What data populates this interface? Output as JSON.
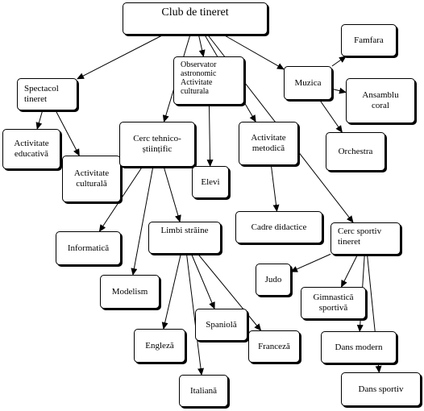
{
  "nodes": {
    "club": "Club de tineret",
    "spectacol": "Spectacol\ntineret",
    "act_edu": "Activitate\neducativă",
    "act_cult": "Activitate\nculturală",
    "observator": "Observator\nastronomic\nActivitate\nculturala",
    "cerc_tehnic": "Cerc tehnico-\nștiințific",
    "elevi": "Elevi",
    "act_met": "Activitate\nmetodică",
    "cadre": "Cadre didactice",
    "muzica": "Muzica",
    "fanfara": "Famfara",
    "ansamblu": "Ansamblu\ncoral",
    "orchestra": "Orchestra",
    "informatica": "Informatică",
    "limbi": "Limbi străine",
    "modelism": "Modelism",
    "engleza": "Engleză",
    "spaniola": "Spaniolă",
    "franceza": "Franceză",
    "italiana": "Italiană",
    "cerc_sportiv": "Cerc sportiv\ntineret",
    "judo": "Judo",
    "gimnastica": "Gimnastică\nsportivă",
    "dans_modern": "Dans modern",
    "dans_sportiv": "Dans sportiv"
  },
  "edges": [
    [
      "club",
      "spectacol"
    ],
    [
      "club",
      "cerc_tehnic"
    ],
    [
      "club",
      "observator"
    ],
    [
      "club",
      "act_met"
    ],
    [
      "club",
      "muzica"
    ],
    [
      "club",
      "cerc_sportiv"
    ],
    [
      "spectacol",
      "act_edu"
    ],
    [
      "spectacol",
      "act_cult"
    ],
    [
      "observator",
      "elevi"
    ],
    [
      "act_met",
      "cadre"
    ],
    [
      "muzica",
      "fanfara"
    ],
    [
      "muzica",
      "ansamblu"
    ],
    [
      "muzica",
      "orchestra"
    ],
    [
      "cerc_tehnic",
      "informatica"
    ],
    [
      "cerc_tehnic",
      "modelism"
    ],
    [
      "cerc_tehnic",
      "limbi"
    ],
    [
      "limbi",
      "engleza"
    ],
    [
      "limbi",
      "italiana"
    ],
    [
      "limbi",
      "spaniola"
    ],
    [
      "limbi",
      "franceza"
    ],
    [
      "cerc_sportiv",
      "judo"
    ],
    [
      "cerc_sportiv",
      "gimnastica"
    ],
    [
      "cerc_sportiv",
      "dans_modern"
    ],
    [
      "cerc_sportiv",
      "dans_sportiv"
    ]
  ]
}
